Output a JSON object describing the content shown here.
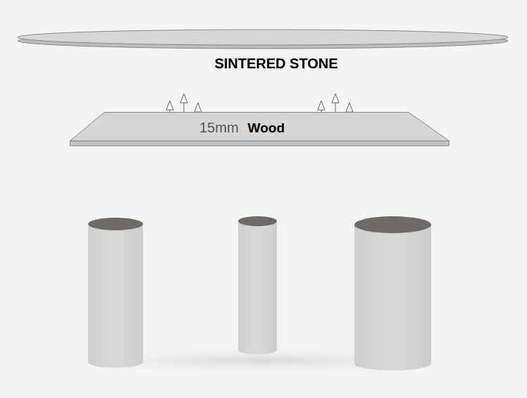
{
  "diagram": {
    "nodes": [
      {
        "text": [
          "15mm",
          "Wood"
        ]
      }
    ],
    "labels": [
      "SINTERED STONE"
    ]
  }
}
